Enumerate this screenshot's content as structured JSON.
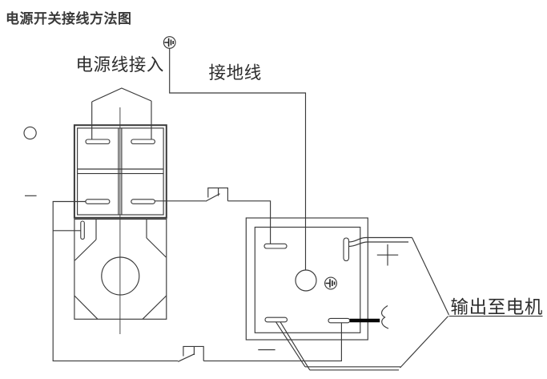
{
  "title": "电源开关接线方法图",
  "labels": {
    "power_input": "电源线接入",
    "ground_wire": "接地线",
    "output_to_motor": "输出至电机"
  },
  "symbols": {
    "plus": "+",
    "minus_left": "—",
    "minus_bottom": "—",
    "earth_ground_top": "⏚",
    "earth_ground_block": "⏚",
    "pushbutton_upper": "normally-open-contact",
    "pushbutton_lower": "normally-open-contact"
  },
  "colors": {
    "line": "#3a3a3a",
    "text": "#2d2d2d",
    "thick_wire": "#060606",
    "background": "#ffffff"
  }
}
